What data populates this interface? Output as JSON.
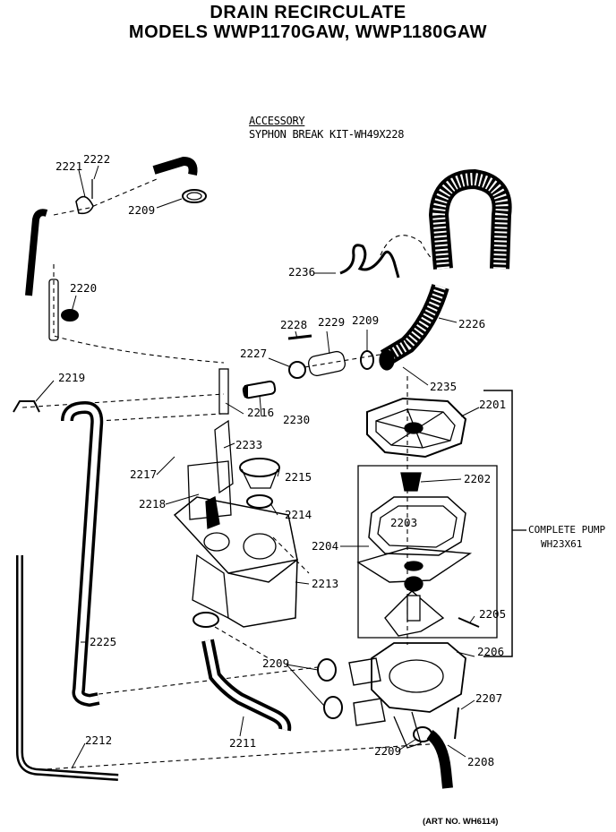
{
  "title": {
    "line1": "DRAIN RECIRCULATE",
    "line2": "MODELS WWP1170GAW, WWP1180GAW"
  },
  "accessory": {
    "heading": "ACCESSORY",
    "kit": "SYPHON BREAK KIT-WH49X228"
  },
  "callout": {
    "line1": "COMPLETE  PUMP",
    "line2": "WH23X61"
  },
  "part_labels": {
    "p2221": "2221",
    "p2222": "2222",
    "p2209a": "2209",
    "p2220": "2220",
    "p2219": "2219",
    "p2236": "2236",
    "p2228": "2228",
    "p2229": "2229",
    "p2209b": "2209",
    "p2226": "2226",
    "p2227": "2227",
    "p2235": "2235",
    "p2216": "2216",
    "p2230": "2230",
    "p2201": "2201",
    "p2233": "2233",
    "p2217": "2217",
    "p2215": "2215",
    "p2202": "2202",
    "p2218": "2218",
    "p2214": "2214",
    "p2203": "2203",
    "p2204": "2204",
    "p2213": "2213",
    "p2205": "2205",
    "p2206": "2206",
    "p2225": "2225",
    "p2209c": "2209",
    "p2207": "2207",
    "p2211": "2211",
    "p2212": "2212",
    "p2209d": "2209",
    "p2208": "2208"
  },
  "art_number": "(ART NO. WH6114)"
}
